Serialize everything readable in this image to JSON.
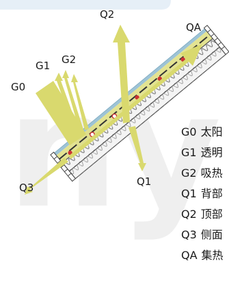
{
  "labels": {
    "g0": "G0",
    "g1": "G1",
    "g2": "G2",
    "q1": "Q1",
    "q2": "Q2",
    "q3": "Q3",
    "qa": "QA"
  },
  "legend": [
    {
      "code": "G0",
      "text": "太阳"
    },
    {
      "code": "G1",
      "text": "透明"
    },
    {
      "code": "G2",
      "text": "吸热"
    },
    {
      "code": "Q1",
      "text": "背部"
    },
    {
      "code": "Q2",
      "text": "顶部"
    },
    {
      "code": "Q3",
      "text": "侧面"
    },
    {
      "code": "QA",
      "text": "集热"
    }
  ],
  "watermark_text": "ny",
  "colors": {
    "arrow": "#d9d96e",
    "arrow_dark": "#bcbc45",
    "glass": "#9dc3d6",
    "insulation": "#8a8a8a",
    "pipe": "#333333",
    "dot": "#cc3333",
    "watermark": "#efefef",
    "top_band": "#e6eff7"
  }
}
